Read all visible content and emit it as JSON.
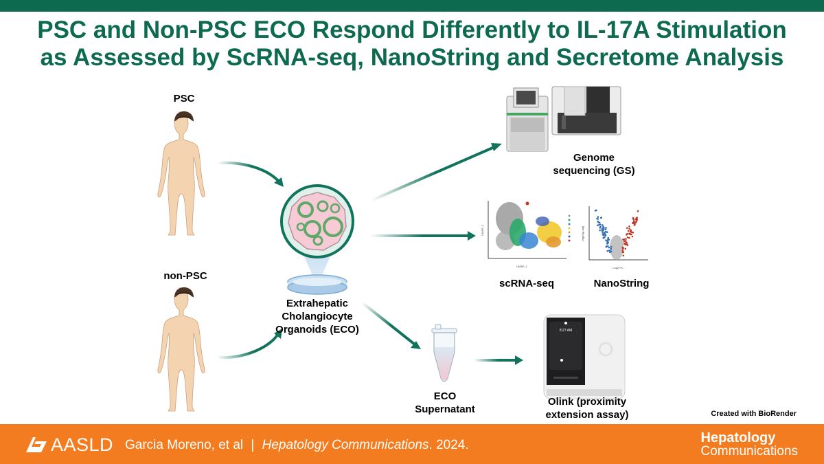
{
  "title": {
    "line1": "PSC and Non-PSC ECO Respond Differently to IL-17A Stimulation",
    "line2": "as Assessed by ScRNA-seq, NanoString and Secretome Analysis"
  },
  "labels": {
    "psc": "PSC",
    "non_psc": "non-PSC",
    "eco_line1": "Extrahepatic",
    "eco_line2": "Cholangiocyte",
    "eco_line3": "Organoids (ECO)",
    "gs_line1": "Genome",
    "gs_line2": "sequencing (GS)",
    "scrna": "scRNA-seq",
    "nanostring": "NanoString",
    "supernatant_line1": "ECO",
    "supernatant_line2": "Supernatant",
    "olink_line1": "Olink (proximity",
    "olink_line2": "extension assay)"
  },
  "umap_axes": {
    "x": "UMAP_1",
    "y": "UMAP_2"
  },
  "volcano_axes": {
    "x": "Log2 FC",
    "y": "-log10(p-adj)"
  },
  "olink_screen_time": "8:27 AM",
  "credit": "Created with BioRender",
  "footer": {
    "org": "AASLD",
    "authors": "Garcia Moreno, et al",
    "separator": "|",
    "journal": "Hepatology Communications",
    "year": ". 2024.",
    "brand_line1": "Hepatology",
    "brand_line2": "Communications"
  },
  "colors": {
    "brand_green": "#0e6a4e",
    "footer_orange": "#f47c20",
    "arrow_teal": "#12735d",
    "skin": "#f3d3b0"
  }
}
